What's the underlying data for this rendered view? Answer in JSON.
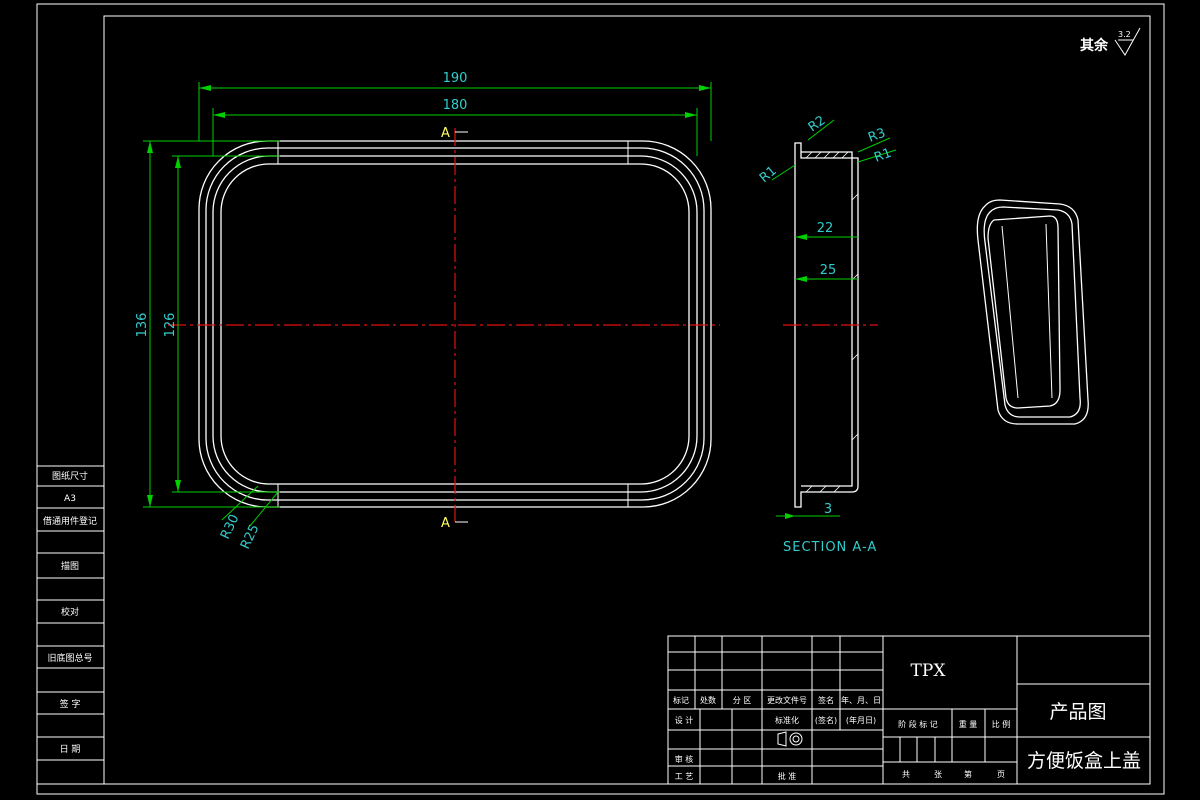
{
  "roughness": {
    "label": "其余",
    "value": "3.2"
  },
  "dimensions": {
    "outer_width": "190",
    "inner_width": "180",
    "outer_height": "136",
    "inner_height": "126",
    "r_outer": "R30",
    "r_inner": "R25",
    "r1_left": "R1",
    "r2": "R2",
    "r3": "R3",
    "r1_right": "R1",
    "depth_inner": "22",
    "depth_outer": "25",
    "flange": "3"
  },
  "section_marks": {
    "top": "A",
    "bottom": "A"
  },
  "section_title": "SECTION A-A",
  "left_column": [
    "图纸尺寸",
    "A3",
    "借通用件登记",
    "",
    "描图",
    "",
    "校对",
    "",
    "旧底图总号",
    "",
    "签  字",
    "",
    "日  期"
  ],
  "title_block": {
    "material": "TPX",
    "drawing_type": "产品图",
    "part_name": "方便饭盒上盖",
    "rev_headers": [
      "标记",
      "处数",
      "分 区",
      "更改文件号",
      "签名",
      "年、月、日"
    ],
    "design": "设  计",
    "standardization": "标准化",
    "sign": "(签名)",
    "date_ymd": "(年月日)",
    "review": "审  核",
    "process": "工  艺",
    "approve": "批  准",
    "stage_headers": [
      "阶 段 标 记",
      "重  量",
      "比 例"
    ],
    "sheets": [
      "共",
      "张",
      "第",
      "页"
    ]
  }
}
